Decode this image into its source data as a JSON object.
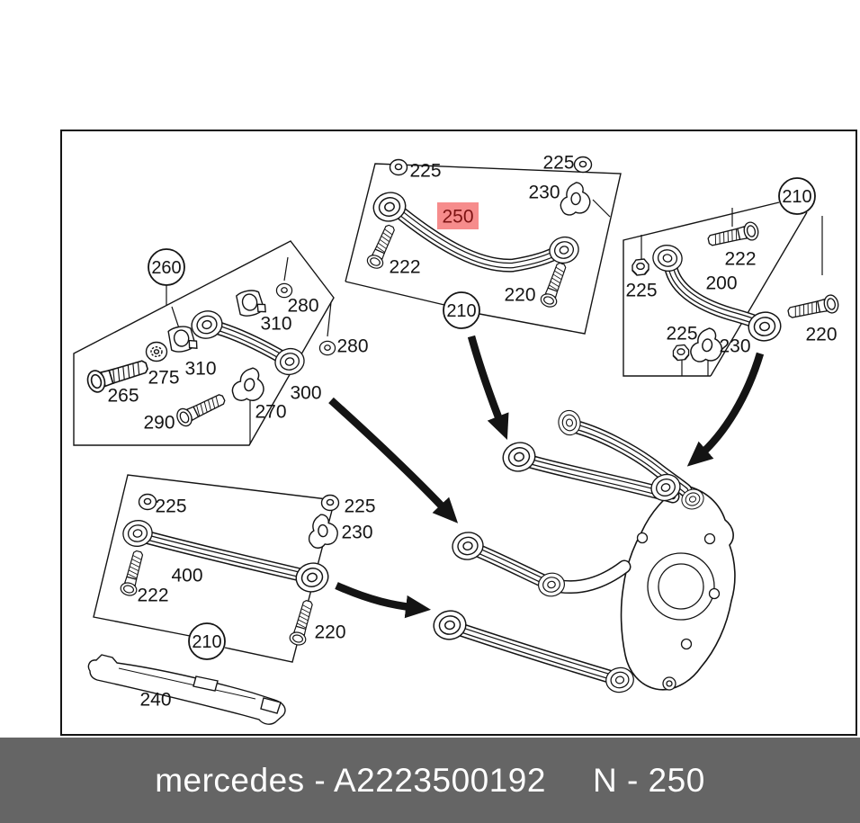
{
  "colors": {
    "line": "#141414",
    "background": "#ffffff",
    "highlight_bg": "#F68C8C",
    "highlight_fg": "#7D1313",
    "caption_bg": "#656565",
    "caption_fg": "#ffffff"
  },
  "footer": {
    "left": "mercedes - A2223500192",
    "right": "N - 250"
  },
  "groups": {
    "g260": {
      "ref": "260",
      "parts": {
        "p280a": "280",
        "p310a": "310",
        "p280b": "280",
        "p275": "275",
        "p310b": "310",
        "p265": "265",
        "p300": "300",
        "p290": "290",
        "p270": "270"
      }
    },
    "g210_top": {
      "ref": "210",
      "parts": {
        "p225a": "225",
        "p225b": "225",
        "p230": "230",
        "p250": "250",
        "p222": "222",
        "p220": "220"
      }
    },
    "g210_right": {
      "ref": "210",
      "parts": {
        "p222": "222",
        "p225a": "225",
        "p200": "200",
        "p220": "220",
        "p225b": "225",
        "p230": "230"
      }
    },
    "g210_bottom": {
      "ref": "210",
      "parts": {
        "p225a": "225",
        "p225b": "225",
        "p230": "230",
        "p400": "400",
        "p222": "222",
        "p220": "220",
        "p240": "240"
      }
    }
  }
}
